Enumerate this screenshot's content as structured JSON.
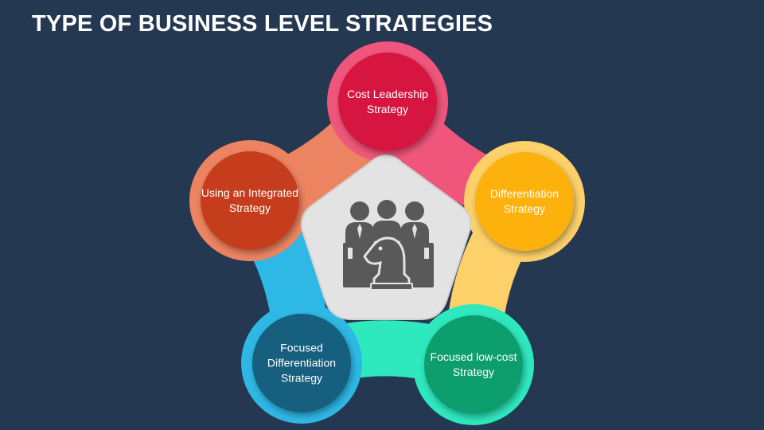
{
  "title": "TYPE OF BUSINESS LEVEL STRATEGIES",
  "nodes": [
    {
      "id": "cost-leadership",
      "label": "Cost Leadership Strategy",
      "inner_color": "#D6123F",
      "outer_color": "#F0567C"
    },
    {
      "id": "differentiation",
      "label": "Differentiation Strategy",
      "inner_color": "#FDB10D",
      "outer_color": "#FDD06A"
    },
    {
      "id": "focused-low-cost",
      "label": "Focused low-cost Strategy",
      "inner_color": "#0C9E6E",
      "outer_color": "#2EE8BE"
    },
    {
      "id": "focused-differentiation",
      "label": "Focused Differentiation Strategy",
      "inner_color": "#135F7E",
      "outer_color": "#2EB8E6"
    },
    {
      "id": "integrated",
      "label": "Using an Integrated Strategy",
      "inner_color": "#C53C1E",
      "outer_color": "#EC8461"
    }
  ],
  "center": {
    "fill": "#E3E3E3",
    "icon": "business-team-chess-knight-icon",
    "icon_color": "#595959"
  },
  "colors": {
    "background": "#253852",
    "title": "#FFFFFF"
  }
}
